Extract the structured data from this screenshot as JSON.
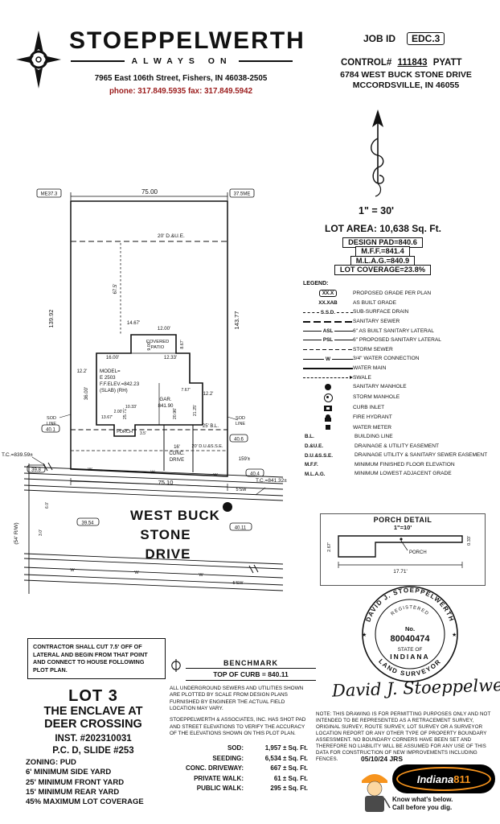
{
  "colors": {
    "ink": "#111111",
    "accent_red": "#9b1c1c",
    "logo_orange": "#f7941d"
  },
  "header": {
    "company": "STOEPPELWERTH",
    "tagline": "ALWAYS ON",
    "address": "7965 East 106th Street,  Fishers, IN  46038-2505",
    "contact": "phone: 317.849.5935   fax: 317.849.5942"
  },
  "job": {
    "job_id_label": "JOB ID",
    "job_id": "EDC.3",
    "control_label": "CONTROL#",
    "control_number": "111843",
    "control_name": "PYATT",
    "address_line1": "6784 WEST BUCK STONE DRIVE",
    "address_line2": "MCCORDSVILLE, IN 46055"
  },
  "plan_info": {
    "scale": "1\" =  30'",
    "lot_area": "LOT AREA: 10,638 Sq. Ft.",
    "design_pad": "DESIGN PAD=840.6",
    "mff": "M.F.F.=841.4",
    "mlag": "M.L.A.G.=840.9",
    "lot_coverage": "LOT COVERAGE=23.8%"
  },
  "legend": {
    "title": "LEGEND:",
    "items": [
      {
        "key": "XX.X",
        "label": "PROPOSED GRADE PER PLAN"
      },
      {
        "key": "XX.XAB",
        "label": "AS BUILT GRADE"
      },
      {
        "key": "S.S.D.",
        "label": "SUB-SURFACE DRAIN"
      },
      {
        "key": "",
        "label": "SANITARY SEWER"
      },
      {
        "key": "ASL",
        "label": "6\" AS BUILT SANITARY LATERAL"
      },
      {
        "key": "PSL",
        "label": "6\" PROPOSED SANITARY LATERAL"
      },
      {
        "key": "",
        "label": "STORM SEWER"
      },
      {
        "key": "W",
        "label": "3/4\" WATER CONNECTION"
      },
      {
        "key": "",
        "label": "WATER MAIN"
      },
      {
        "key": "",
        "label": "SWALE"
      },
      {
        "key": "",
        "label": "SANITARY MANHOLE"
      },
      {
        "key": "",
        "label": "STORM MANHOLE"
      },
      {
        "key": "",
        "label": "CURB INLET"
      },
      {
        "key": "",
        "label": "FIRE HYDRANT"
      },
      {
        "key": "",
        "label": "WATER METER"
      },
      {
        "key": "B.L.",
        "label": "BUILDING LINE"
      },
      {
        "key": "D.&U.E.",
        "label": "DRAINAGE & UTILITY EASEMENT"
      },
      {
        "key": "D.U.&S.S.E.",
        "label": "DRAINAGE UTILITY & SANITARY SEWER EASEMENT"
      },
      {
        "key": "M.F.F.",
        "label": "MINIMUM FINISHED FLOOR ELEVATION"
      },
      {
        "key": "M.L.A.G.",
        "label": "MINIMUM LOWEST ADJACENT GRADE"
      }
    ]
  },
  "site_plan": {
    "dim_top": "75.00",
    "grade_ml": "ME37.3",
    "grade_mr": "37.5ME",
    "due": "20' D.&U.E.",
    "dim_left": "139.92",
    "dim_right": "143.77",
    "dim_lateral": "67.5'",
    "d1200": "12.00'",
    "d1467": "14.67'",
    "covered": "COVERED",
    "patio": "PATIO",
    "d900": "9.00'",
    "d867": "8.67'",
    "d1233": "12.33'",
    "d1600": "16.00'",
    "model1": "MODEL=",
    "model2": "E 2503",
    "model3": "F.F.ELEV.=842.23",
    "model4": "(SLAB) (RH)",
    "d3600": "36.00'",
    "d122l": "12.2'",
    "d122r": "12.2'",
    "gar1": "GAR.",
    "gar2": "841.90",
    "d767": "7.67'",
    "d2096": "20.96'",
    "d2125": "21.25'",
    "d2571": "25.71'",
    "d1033": "10.33'",
    "d200": "2.00'",
    "d1367": "13.67'",
    "porch": "PORCH",
    "d35": "3.5'",
    "sod1a": "SOD",
    "sod1b": "LINE",
    "sod2a": "SOD",
    "sod2b": "LINE",
    "g401": "40.1",
    "g406": "40.6",
    "g398": "39.8",
    "g404": "40.4",
    "g3954": "39.54",
    "g4011": "40.11",
    "bl": "25' B.L.",
    "drv1": "16'",
    "drv2": "CONC.",
    "drv3": "DRIVE",
    "dusse": "20' D.U.&S.S.E.",
    "d159": "159'±",
    "tcl": "T.C.=839.59±",
    "tcr": "T.C.=841.32±",
    "d7510": "75.10",
    "st1": "WEST BUCK",
    "st2": "STONE",
    "st3": "DRIVE",
    "rw": "(54' R/W)",
    "sw1": "5'SW",
    "sw2": "5'SW",
    "w": "W",
    "d60": "6.0'",
    "d30": "3.0'"
  },
  "porch_detail": {
    "title": "PORCH DETAIL",
    "scale": "1\"=10'",
    "dim_width": "17.71'",
    "dim_left": "2.67'",
    "dim_right": "0.33'",
    "label": "PORCH"
  },
  "seal": {
    "name_arc": "DAVID J. STOEPPELWERTH",
    "registered": "REGISTERED",
    "no_label": "No.",
    "number": "80040474",
    "state1": "STATE OF",
    "state2": "INDIANA",
    "bottom_arc": "LAND SURVEYOR",
    "star": "★"
  },
  "signature": "David J. Stoeppelwerth",
  "note": "NOTE: THIS DRAWING IS FOR PERMITTING PURPOSES ONLY AND NOT INTENDED TO BE REPRESENTED AS A RETRACEMENT SURVEY, ORIGINAL SURVEY, ROUTE SURVEY, LOT SURVEY OR A SURVEYOR LOCATION REPORT OR ANY OTHER TYPE OF PROPERTY BOUNDARY ASSESSMENT. NO BOUNDARY CORNERS HAVE BEEN SET AND THEREFORE NO LIABILITY WILL BE ASSUMED FOR ANY USE OF THIS DATA FOR CONSTRUCTION OF NEW IMPROVEMENTS INCLUDING FENCES.",
  "date_initials": "05/10/24  JRS",
  "call811": {
    "name_part1": "Indiana",
    "name_part2": "811",
    "tagline1": "Know what's below.",
    "tagline2": "Call before you dig."
  },
  "contractor_note": "CONTRACTOR SHALL CUT 7.5' OFF OF LATERAL AND BEGIN FROM THAT POINT AND CONNECT TO HOUSE FOLLOWING PLOT PLAN.",
  "lot_block": {
    "lot": "LOT 3",
    "subdivision1": "THE ENCLAVE AT",
    "subdivision2": "DEER CROSSING",
    "inst": "INST. #202310031",
    "plat": "P.C. D, SLIDE #253",
    "zoning": "ZONING: PUD",
    "side_yard": "6' MINIMUM SIDE YARD",
    "front_yard": "25' MINIMUM FRONT YARD",
    "rear_yard": "15' MINIMUM REAR YARD",
    "coverage": "45% MAXIMUM LOT COVERAGE"
  },
  "benchmark": {
    "title": "BENCHMARK",
    "value": "TOP OF CURB = 840.11",
    "para1": "ALL UNDERGROUND SEWERS AND UTILITIES SHOWN ARE PLOTTED BY SCALE FROM DESIGN PLANS FURNISHED BY ENGINEER THE ACTUAL FIELD LOCATION MAY VARY.",
    "para2": "STOEPPELWERTH & ASSOCIATES, INC. HAS SHOT PAD AND STREET ELEVATIONS TO VERIFY THE ACCURACY OF THE ELEVATIONS SHOWN ON THIS PLOT PLAN."
  },
  "quantities": {
    "rows": [
      {
        "label": "SOD:",
        "value": "1,957 ± Sq. Ft."
      },
      {
        "label": "SEEDING:",
        "value": "6,534 ± Sq. Ft."
      },
      {
        "label": "CONC. DRIVEWAY:",
        "value": "667 ± Sq. Ft."
      },
      {
        "label": "PRIVATE WALK:",
        "value": "61 ± Sq. Ft."
      },
      {
        "label": "PUBLIC WALK:",
        "value": "295 ± Sq. Ft."
      }
    ]
  }
}
